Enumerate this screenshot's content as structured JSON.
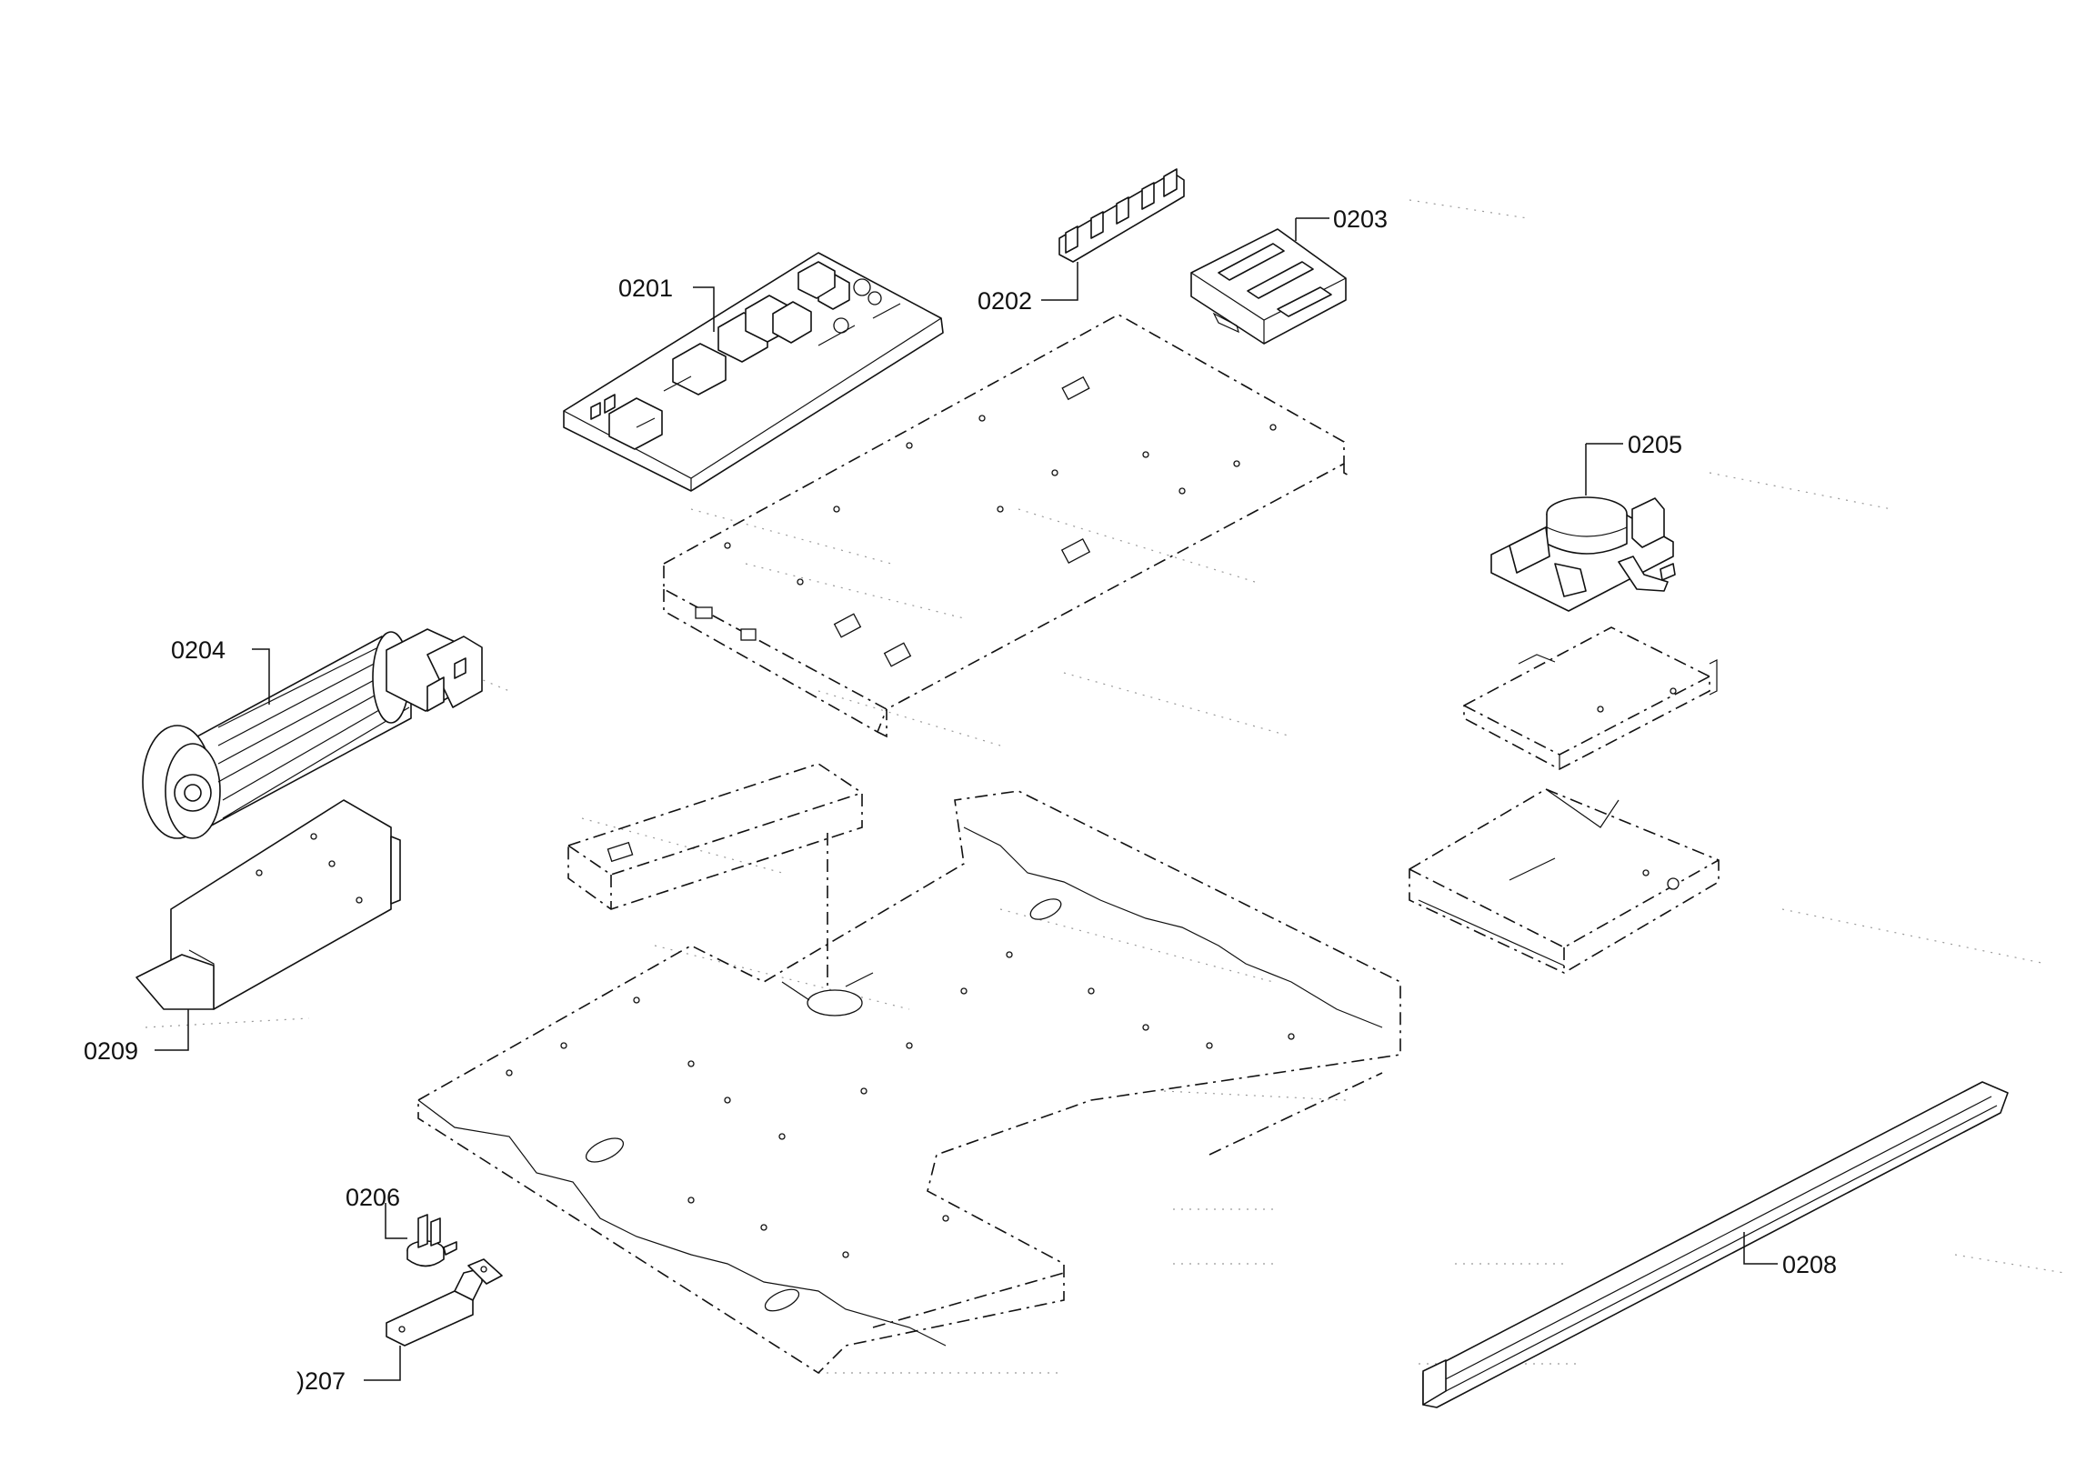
{
  "callouts": [
    {
      "id": "0201",
      "text": "0201"
    },
    {
      "id": "0202",
      "text": "0202"
    },
    {
      "id": "0203",
      "text": "0203"
    },
    {
      "id": "0204",
      "text": "0204"
    },
    {
      "id": "0205",
      "text": "0205"
    },
    {
      "id": "0206",
      "text": "0206"
    },
    {
      "id": "0207",
      "text": ")207"
    },
    {
      "id": "0208",
      "text": "0208"
    },
    {
      "id": "0209",
      "text": "0209"
    }
  ]
}
